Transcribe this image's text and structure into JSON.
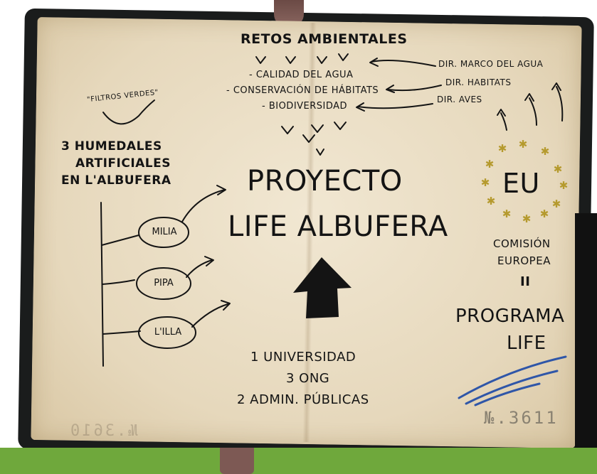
{
  "retos": {
    "title": "RETOS AMBIENTALES",
    "items": [
      "- CALIDAD DEL AGUA",
      "- CONSERVACIÓN DE HÁBITATS",
      "- BIODIVERSIDAD"
    ]
  },
  "directivas": [
    "DIR. MARCO DEL AGUA",
    "DIR. HABITATS",
    "DIR. AVES"
  ],
  "filtros": "\"FILTROS VERDES\"",
  "humedales": {
    "title_lines": [
      "3 HUMEDALES",
      "ARTIFICIALES",
      "EN L'ALBUFERA"
    ],
    "items": [
      "MILIA",
      "PIPA",
      "L'ILLA"
    ]
  },
  "proyecto": {
    "line1": "PROYECTO",
    "line2": "LIFE ALBUFERA"
  },
  "socios": [
    "1 UNIVERSIDAD",
    "3 ONG",
    "2 ADMIN. PÚBLICAS"
  ],
  "eu": {
    "label": "EU",
    "org_lines": [
      "COMISIÓN",
      "EUROPEA"
    ],
    "equals": "II",
    "program_lines": [
      "PROGRAMA",
      "LIFE"
    ]
  },
  "stamp_number": "№.3611",
  "ghost_number": "№.3610",
  "colors": {
    "ink": "#141414",
    "star_gold": "#b59a2e",
    "pen_blue": "#2f56a8",
    "paper": "#e8dcc3",
    "band_green": "#6fa83c"
  }
}
